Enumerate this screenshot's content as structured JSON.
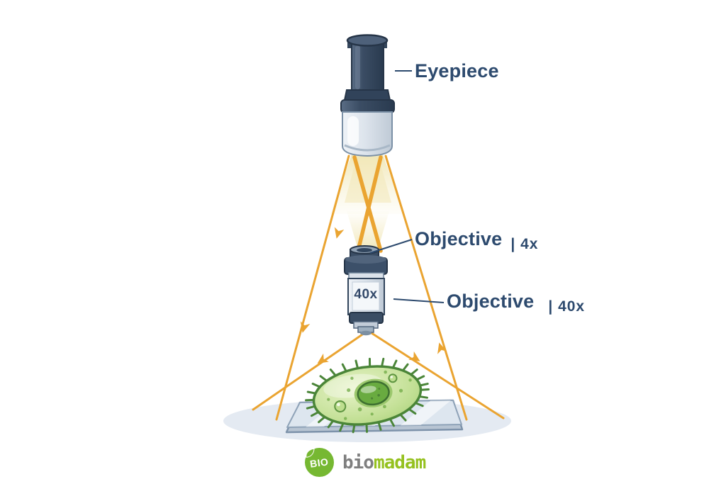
{
  "labels": {
    "eyepiece": "Eyepiece",
    "objective_top": {
      "name": "Objective",
      "mag": "| 4x"
    },
    "objective_mid": {
      "name": "Objective",
      "mag": "| 40x"
    },
    "objective_body_text": "40x"
  },
  "logo": {
    "badge_text": "BIO",
    "brand_part1": "bio",
    "brand_part2": "madam"
  },
  "colors": {
    "label_text": "#2d4a6e",
    "ray_orange": "#eaa431",
    "barrel_navy": "#34465c",
    "barrel_light": "#dfe6ee",
    "microbe_green": "#5d9e3a",
    "badge_green": "#76b832",
    "brand_gray": "#7f7f7f",
    "brand_green": "#95c11f"
  }
}
